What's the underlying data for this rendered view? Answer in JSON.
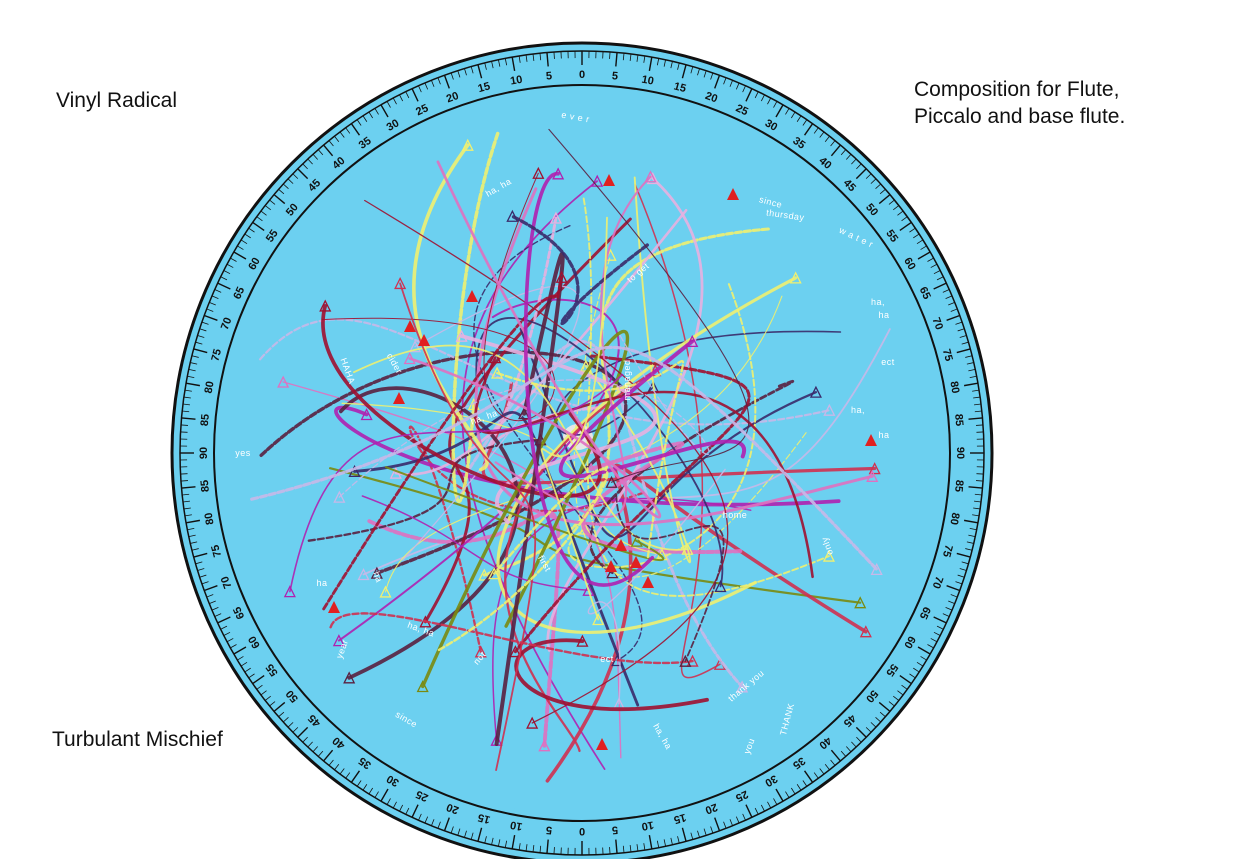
{
  "labels": {
    "top_left": "Vinyl Radical",
    "top_right_line1": "Composition for Flute,",
    "top_right_line2": "Piccalo and base flute.",
    "bottom_left": "Turbulant Mischief"
  },
  "colors": {
    "disc": "#6cd0f0",
    "ring": "#6cd0f0",
    "ink": "#111111",
    "center_dot": "#e6e6e6"
  },
  "scale_numbers": [
    "0",
    "5",
    "10",
    "15",
    "20",
    "25",
    "30",
    "35",
    "40",
    "45",
    "50",
    "55",
    "60",
    "65",
    "70",
    "75",
    "80",
    "85",
    "90"
  ],
  "words": [
    "e v e r",
    "ha, ha",
    "since",
    "thursday",
    "w a t e r",
    "ha,",
    "ha",
    "ect",
    "ha,",
    "ha",
    "to get",
    "managed",
    "cider",
    "HAHA",
    "ha, ha",
    "yes",
    "home",
    "only",
    "ha",
    "ha",
    "first",
    "ha, ha",
    "year",
    "not",
    "ect",
    "thank you",
    "since",
    "ha, ha",
    "you",
    "THANK"
  ]
}
